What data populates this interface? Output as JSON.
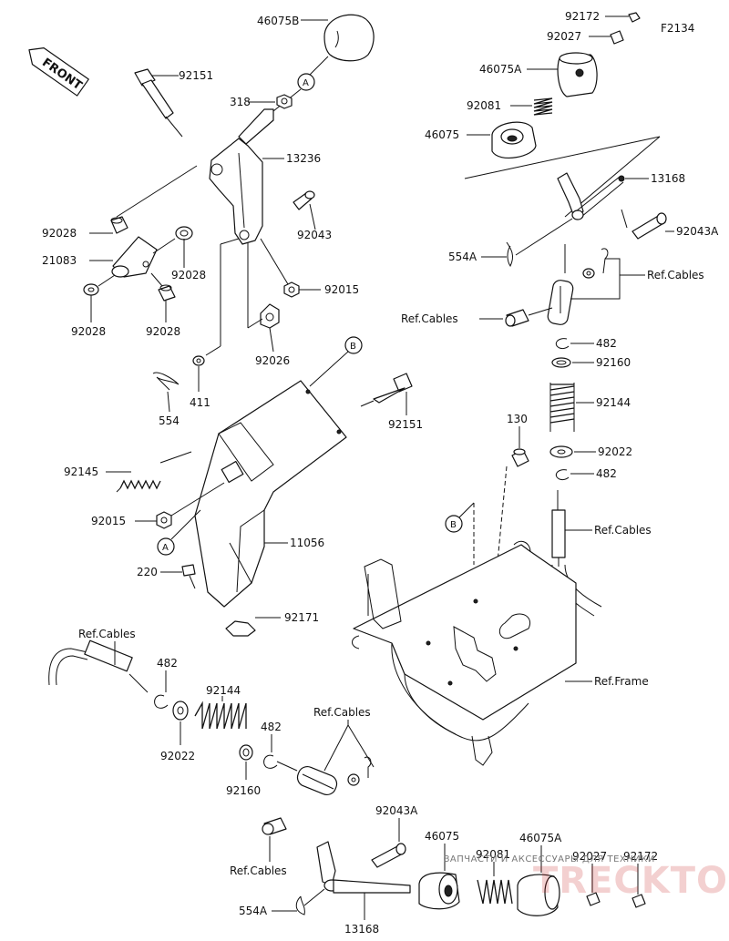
{
  "diagram_id": "F2134",
  "front_label": "FRONT",
  "callouts": {
    "A": "A",
    "B": "B"
  },
  "labels": {
    "l46075B": "46075B",
    "l92151_top": "92151",
    "l318": "318",
    "l13236": "13236",
    "l92043": "92043",
    "l92028_a": "92028",
    "l21083": "21083",
    "l92028_b": "92028",
    "l92028_c": "92028",
    "l92028_d": "92028",
    "l92015_top": "92015",
    "l92026": "92026",
    "l411": "411",
    "l554": "554",
    "l92151_mid": "92151",
    "l92145": "92145",
    "l92015_mid": "92015",
    "l11056": "11056",
    "l220": "220",
    "l92171": "92171",
    "l92172_top": "92172",
    "l92027_top": "92027",
    "l46075A_top": "46075A",
    "l92081_top": "92081",
    "l46075_top": "46075",
    "l13168_top": "13168",
    "l92043A_top": "92043A",
    "l554A_top": "554A",
    "l_refcables_r1": "Ref.Cables",
    "l_refcables_r2": "Ref.Cables",
    "l482_r1": "482",
    "l92160_r": "92160",
    "l92144_r": "92144",
    "l130": "130",
    "l92022_r": "92022",
    "l482_r2": "482",
    "l_refcables_r3": "Ref.Cables",
    "l_refframe": "Ref.Frame",
    "l_refcables_bl": "Ref.Cables",
    "l482_bl": "482",
    "l92144_bl": "92144",
    "l92022_bl": "92022",
    "l_refcables_bm": "Ref.Cables",
    "l482_bm": "482",
    "l92160_bm": "92160",
    "l92043A_b": "92043A",
    "l_refcables_bb": "Ref.Cables",
    "l46075_b": "46075",
    "l92081_b": "92081",
    "l46075A_b": "46075A",
    "l92027_b": "92027",
    "l92172_b": "92172",
    "l554A_b": "554A",
    "l13168_b": "13168"
  },
  "watermark": {
    "line": "ЗАПЧАСТИ И АКСЕССУАРЫ ДЛЯ ТЕХНИКИ",
    "brand": "TRECKTOK.RU"
  }
}
